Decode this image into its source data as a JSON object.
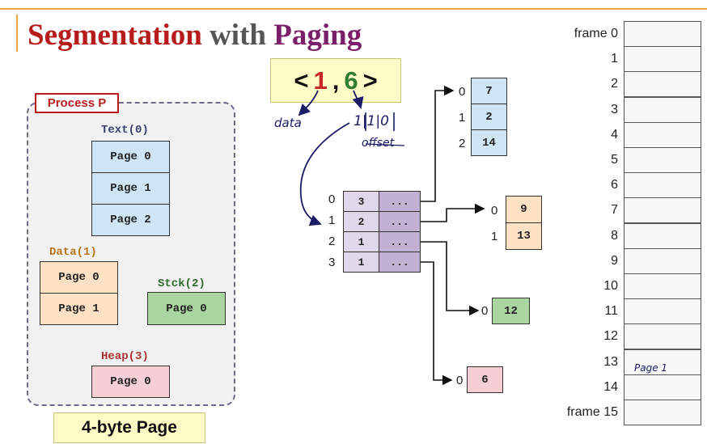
{
  "title": {
    "w1": "Segmentation",
    "w2": " with ",
    "w3": "Paging"
  },
  "address": {
    "open": "<",
    "segment": "1",
    "comma": ",",
    "offset": "6",
    "close": ">"
  },
  "process": {
    "label": "Process P",
    "segments": {
      "text": {
        "label": "Text(0)",
        "pages": [
          "Page 0",
          "Page 1",
          "Page 2"
        ]
      },
      "data": {
        "label": "Data(1)",
        "pages": [
          "Page 0",
          "Page 1"
        ]
      },
      "stck": {
        "label": "Stck(2)",
        "pages": [
          "Page 0"
        ]
      },
      "heap": {
        "label": "Heap(3)",
        "pages": [
          "Page 0"
        ]
      }
    }
  },
  "page_size_label": "4-byte Page",
  "segment_table": {
    "indices": [
      "0",
      "1",
      "2",
      "3"
    ],
    "values": [
      "3",
      "2",
      "1",
      "1"
    ],
    "ptr": "..."
  },
  "page_tables": {
    "text": {
      "indices": [
        "0",
        "1",
        "2"
      ],
      "values": [
        "7",
        "2",
        "14"
      ]
    },
    "data": {
      "indices": [
        "0",
        "1"
      ],
      "values": [
        "9",
        "13"
      ]
    },
    "stck": {
      "indices": [
        "0"
      ],
      "values": [
        "12"
      ]
    },
    "heap": {
      "indices": [
        "0"
      ],
      "values": [
        "6"
      ]
    }
  },
  "frames": {
    "labels": [
      "frame 0",
      "1",
      "2",
      "3",
      "4",
      "5",
      "6",
      "7",
      "8",
      "9",
      "10",
      "11",
      "12",
      "13",
      "14",
      "frame 15"
    ],
    "annotation": "Page 1"
  },
  "annotations": {
    "data": "data",
    "bits": "1|1|0",
    "offset": "offset"
  }
}
